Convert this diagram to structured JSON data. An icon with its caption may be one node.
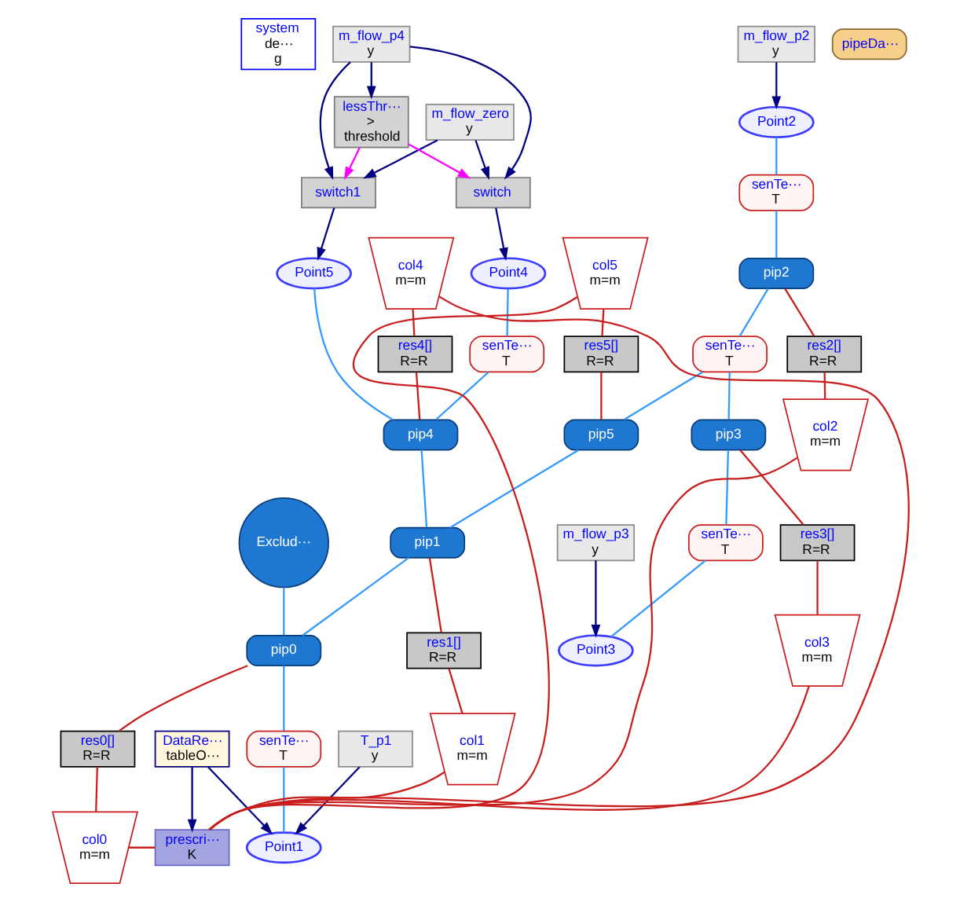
{
  "diagram": {
    "nodes": [
      {
        "text": [
          "system",
          "de···",
          "g"
        ]
      },
      {
        "text": [
          "switch"
        ]
      },
      {
        "text": [
          "m_flow_p4",
          "y"
        ]
      },
      {
        "text": [
          "m_flow_zero",
          "y"
        ]
      },
      {
        "text": [
          "m_flow_p2",
          "y"
        ]
      },
      {
        "text": [
          "Point4"
        ]
      },
      {
        "text": [
          "Point2"
        ]
      },
      {
        "text": [
          "lessThr···",
          ">",
          "threshold"
        ]
      },
      {
        "text": [
          "col5",
          "m=m"
        ]
      },
      {
        "text": [
          "col4",
          "m=m"
        ]
      },
      {
        "text": [
          "switch1"
        ]
      },
      {
        "text": [
          "senTe···",
          "T"
        ]
      },
      {
        "text": [
          "senTe···",
          "T"
        ]
      },
      {
        "text": [
          "Point5"
        ]
      },
      {
        "text": [
          "col2",
          "m=m"
        ]
      },
      {
        "text": [
          "res5[]",
          "R=R"
        ]
      },
      {
        "text": [
          "res4[]",
          "R=R"
        ]
      },
      {
        "text": [
          "pip2"
        ]
      },
      {
        "text": [
          "res2[]",
          "R=R"
        ]
      },
      {
        "text": [
          "pip4"
        ]
      },
      {
        "text": [
          "col1",
          "m=m"
        ]
      },
      {
        "text": [
          "res1[]",
          "R=R"
        ]
      },
      {
        "text": [
          "Exclud···"
        ]
      },
      {
        "text": [
          "senTe···",
          "T"
        ]
      },
      {
        "text": [
          "pip5"
        ]
      },
      {
        "text": [
          "pip1"
        ]
      },
      {
        "text": [
          "pip0"
        ]
      },
      {
        "text": [
          "res0[]",
          "R=R"
        ]
      },
      {
        "text": [
          "col0",
          "m=m"
        ]
      },
      {
        "text": [
          "senTe···",
          "T"
        ]
      },
      {
        "text": [
          "pip3"
        ]
      },
      {
        "text": [
          "res3[]",
          "R=R"
        ]
      },
      {
        "text": [
          "col3",
          "m=m"
        ]
      },
      {
        "text": [
          "senTe···",
          "T"
        ]
      },
      {
        "text": [
          "Point1"
        ]
      },
      {
        "text": [
          "T_p1",
          "y"
        ]
      },
      {
        "text": [
          "Point3"
        ]
      },
      {
        "text": [
          "m_flow_p3",
          "y"
        ]
      },
      {
        "text": [
          "DataRe···",
          "tableO···"
        ]
      },
      {
        "text": [
          "prescri···",
          "K"
        ]
      },
      {
        "text": [
          "pipeDa···"
        ]
      }
    ],
    "edges": [
      {
        "from": 6,
        "to": 11,
        "arrow": "none",
        "color": "#3399ff"
      },
      {
        "from": 11,
        "to": 17,
        "arrow": "none",
        "color": "#3399ff"
      },
      {
        "from": 17,
        "to": 23,
        "arrow": "none",
        "color": "#3399ff"
      },
      {
        "from": 23,
        "to": 24,
        "arrow": "none",
        "color": "#3399ff"
      },
      {
        "from": 23,
        "to": 30,
        "arrow": "none",
        "color": "#3399ff"
      },
      {
        "from": 24,
        "to": 25,
        "arrow": "none",
        "color": "#3399ff"
      },
      {
        "from": 19,
        "to": 25,
        "arrow": "none",
        "color": "#3399ff"
      },
      {
        "from": 25,
        "to": 26,
        "arrow": "none",
        "color": "#3399ff"
      },
      {
        "from": 22,
        "to": 26,
        "arrow": "none",
        "color": "#3399ff"
      },
      {
        "from": 26,
        "to": 29,
        "arrow": "none",
        "color": "#3399ff"
      },
      {
        "from": 29,
        "to": 34,
        "arrow": "none",
        "color": "#3399ff"
      },
      {
        "from": 30,
        "to": 33,
        "arrow": "none",
        "color": "#3399ff"
      },
      {
        "from": 33,
        "to": 36,
        "arrow": "none",
        "color": "#3399ff"
      },
      {
        "from": 5,
        "to": 12,
        "arrow": "none",
        "color": "#3399ff"
      },
      {
        "from": 12,
        "to": 19,
        "arrow": "none",
        "color": "#3399ff"
      },
      {
        "from": 13,
        "to": 19,
        "arrow": "none",
        "color": "#3399ff"
      },
      {
        "from": 17,
        "to": 18,
        "arrow": "none"
      },
      {
        "from": 18,
        "to": 14,
        "arrow": "none"
      },
      {
        "from": 8,
        "to": 15,
        "arrow": "none"
      },
      {
        "from": 15,
        "to": 24,
        "arrow": "none"
      },
      {
        "from": 9,
        "to": 16,
        "arrow": "none"
      },
      {
        "from": 16,
        "to": 19,
        "arrow": "none"
      },
      {
        "from": 21,
        "to": 20,
        "arrow": "none"
      },
      {
        "from": 25,
        "to": 21,
        "arrow": "none"
      },
      {
        "from": 26,
        "to": 27,
        "arrow": "none"
      },
      {
        "from": 27,
        "to": 28,
        "arrow": "none"
      },
      {
        "from": 30,
        "to": 31,
        "arrow": "none"
      },
      {
        "from": 31,
        "to": 32,
        "arrow": "none"
      },
      {
        "from": 39,
        "to": 14,
        "arrow": "none"
      },
      {
        "from": 39,
        "to": 8,
        "arrow": "none"
      },
      {
        "from": 39,
        "to": 9,
        "arrow": "none"
      },
      {
        "from": 39,
        "to": 20,
        "arrow": "none"
      },
      {
        "from": 39,
        "to": 28,
        "arrow": "none"
      },
      {
        "from": 39,
        "to": 32,
        "arrow": "none"
      },
      {
        "from": 4,
        "to": 6,
        "arrow": "to",
        "color": "#000080"
      },
      {
        "from": 1,
        "to": 5,
        "arrow": "to",
        "color": "#000080"
      },
      {
        "from": 10,
        "to": 13,
        "arrow": "to",
        "color": "#000080"
      },
      {
        "from": 2,
        "to": 1,
        "arrow": "to",
        "color": "#000080"
      },
      {
        "from": 2,
        "to": 7,
        "arrow": "to",
        "color": "#000080"
      },
      {
        "from": 2,
        "to": 10,
        "arrow": "to",
        "color": "#000080"
      },
      {
        "from": 3,
        "to": 1,
        "arrow": "to",
        "color": "#000080"
      },
      {
        "from": 3,
        "to": 10,
        "arrow": "to",
        "color": "#000080"
      },
      {
        "from": 7,
        "to": 1,
        "arrow": "to",
        "color": "#ff00ff"
      },
      {
        "from": 7,
        "to": 10,
        "arrow": "to",
        "color": "#ff00ff"
      },
      {
        "from": 35,
        "to": 34,
        "arrow": "to",
        "color": "#000080"
      },
      {
        "from": 38,
        "to": 39,
        "arrow": "to",
        "color": "#000080"
      },
      {
        "from": 38,
        "to": 34,
        "arrow": "to",
        "color": "#000080"
      },
      {
        "from": 37,
        "to": 36,
        "arrow": "to",
        "color": "#000080"
      }
    ]
  }
}
